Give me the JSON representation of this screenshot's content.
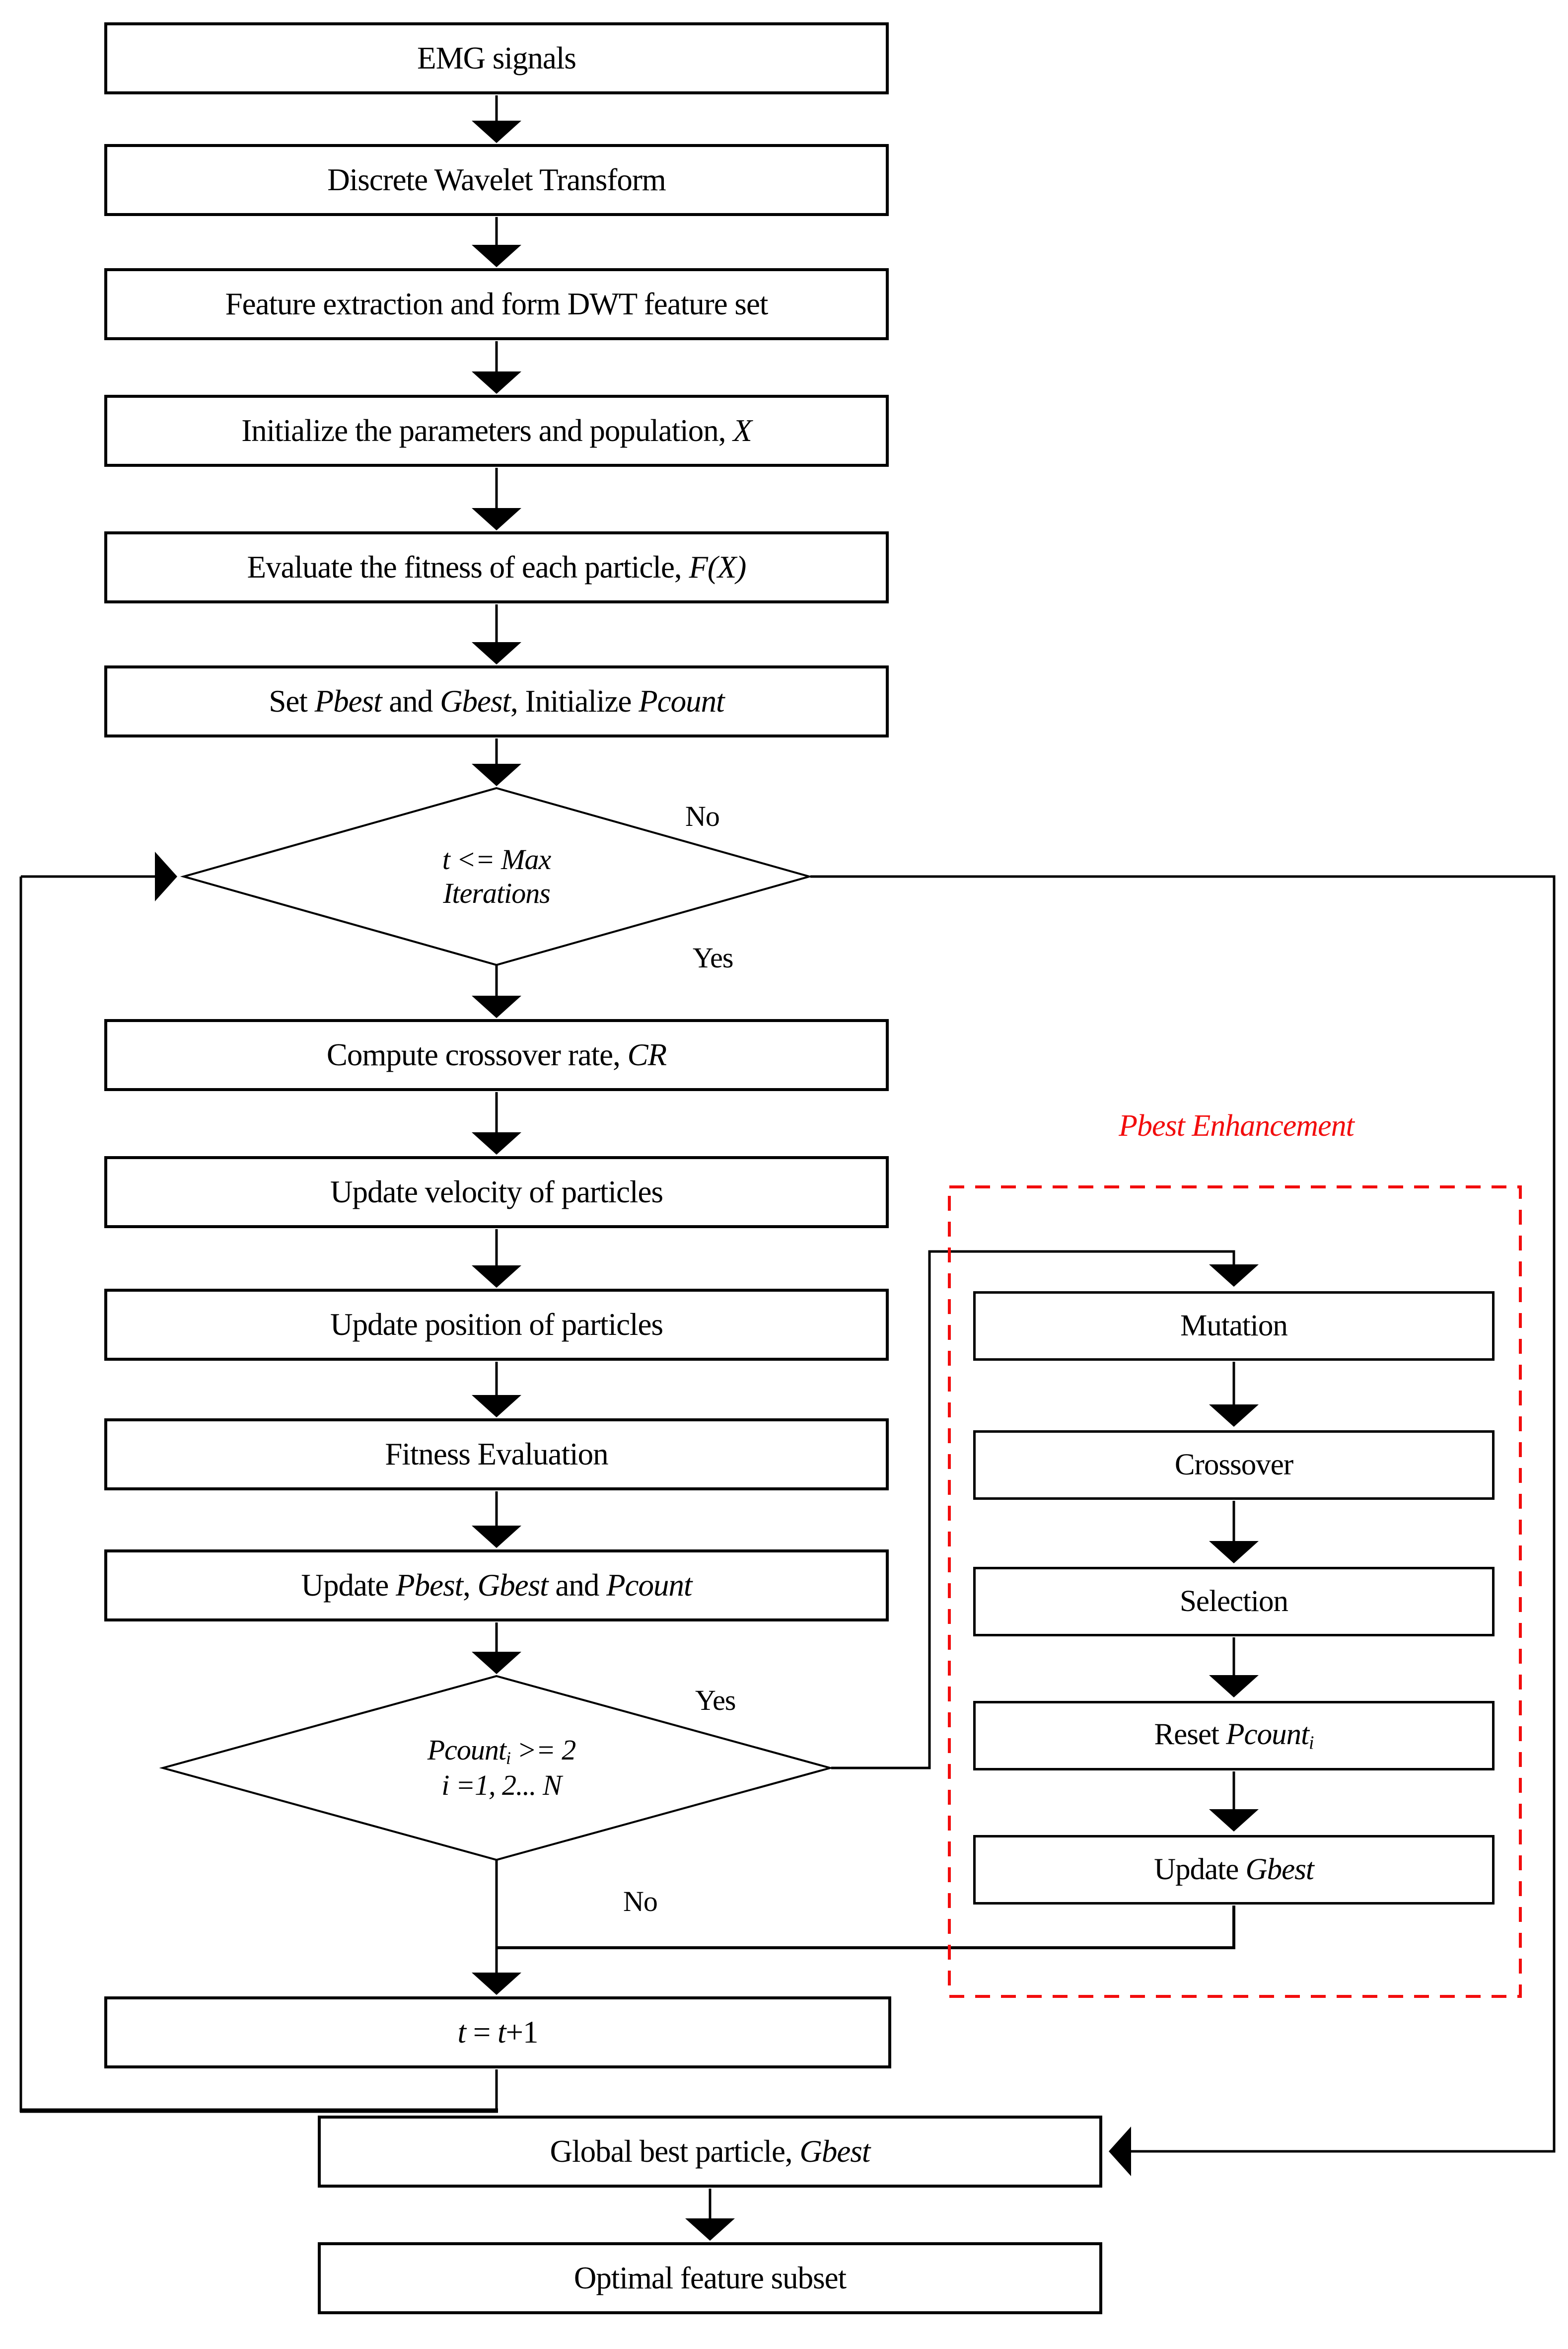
{
  "colors": {
    "flow_line": "#000000",
    "box_border": "#000000",
    "enhancement_red": "#f20d0d",
    "background": "#ffffff"
  },
  "nodes": {
    "emg": [
      {
        "t": "EMG signals"
      }
    ],
    "dwt": [
      {
        "t": "Discrete Wavelet Transform"
      }
    ],
    "feature": [
      {
        "t": "Feature extraction and form DWT feature set"
      }
    ],
    "init": [
      {
        "t": "Initialize the parameters and population, "
      },
      {
        "t": "X",
        "i": 1
      }
    ],
    "evaluate": [
      {
        "t": "Evaluate the fitness of each particle, "
      },
      {
        "t": "F(X)",
        "i": 1
      }
    ],
    "setbest": [
      {
        "t": "Set "
      },
      {
        "t": "Pbest",
        "i": 1
      },
      {
        "t": " and "
      },
      {
        "t": "Gbest",
        "i": 1
      },
      {
        "t": ", Initialize "
      },
      {
        "t": "Pcount",
        "i": 1
      }
    ],
    "crossrate": [
      {
        "t": "Compute crossover rate, "
      },
      {
        "t": "CR",
        "i": 1
      }
    ],
    "velocity": [
      {
        "t": "Update velocity of particles"
      }
    ],
    "position": [
      {
        "t": "Update position of particles"
      }
    ],
    "fitness": [
      {
        "t": "Fitness Evaluation"
      }
    ],
    "updatebest": [
      {
        "t": "Update "
      },
      {
        "t": "Pbest",
        "i": 1
      },
      {
        "t": ", "
      },
      {
        "t": "Gbest",
        "i": 1
      },
      {
        "t": " and "
      },
      {
        "t": "Pcount",
        "i": 1
      }
    ],
    "titer": [
      {
        "t": "t",
        "i": 1
      },
      {
        "t": " = "
      },
      {
        "t": "t",
        "i": 1
      },
      {
        "t": "+1"
      }
    ],
    "globalbest": [
      {
        "t": "Global best particle, "
      },
      {
        "t": "Gbest",
        "i": 1
      }
    ],
    "optimal": [
      {
        "t": "Optimal feature subset"
      }
    ],
    "mutation": [
      {
        "t": "Mutation"
      }
    ],
    "crossover": [
      {
        "t": "Crossover"
      }
    ],
    "selection": [
      {
        "t": "Selection"
      }
    ],
    "reset": [
      {
        "t": "Reset "
      },
      {
        "t": "Pcount",
        "i": 1
      },
      {
        "t": "i",
        "i": 1,
        "s": 1
      }
    ],
    "updategbest": [
      {
        "t": "Update "
      },
      {
        "t": "Gbest",
        "i": 1
      }
    ]
  },
  "decisions": {
    "max_iterations": {
      "line1": [
        {
          "t": "t",
          "i": 1
        },
        {
          "t": " <= ",
          "i": 1
        },
        {
          "t": "Max",
          "i": 1
        }
      ],
      "line2": [
        {
          "t": "Iterations",
          "i": 1
        }
      ]
    },
    "pcount": {
      "line1": [
        {
          "t": "Pcount",
          "i": 1
        },
        {
          "t": "i",
          "i": 1,
          "s": 1
        },
        {
          "t": " >= 2",
          "i": 1
        }
      ],
      "line2": [
        {
          "t": "i",
          "i": 1
        },
        {
          "t": " =1, 2... N",
          "i": 1
        }
      ]
    }
  },
  "branch_labels": {
    "d1_no": "No",
    "d1_yes": "Yes",
    "d2_yes": "Yes",
    "d2_no": "No"
  },
  "enhancement": {
    "title": [
      {
        "t": "Pbest Enhancement",
        "i": 1
      }
    ]
  }
}
